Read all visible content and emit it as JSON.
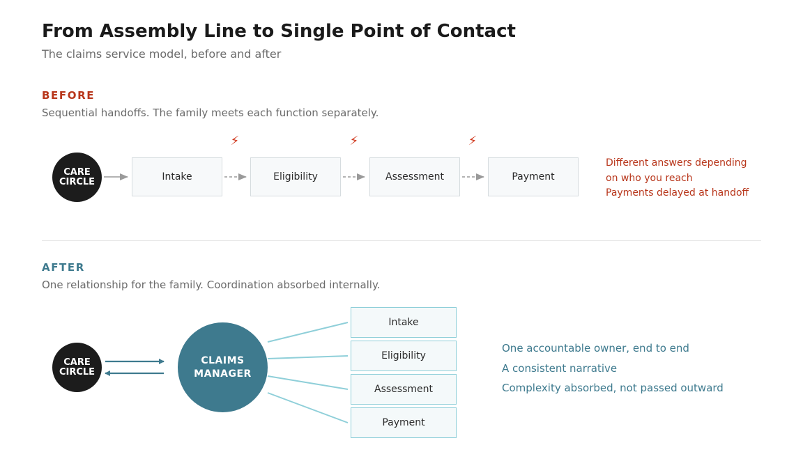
{
  "header": {
    "title": "From Assembly Line to Single Point of Contact",
    "subtitle": "The claims service model, before and after"
  },
  "colors": {
    "before_accent": "#b8361b",
    "after_accent": "#3e7a8e",
    "connector_after": "#8fcfd9",
    "care_circle": "#1c1c1c"
  },
  "before": {
    "label": "BEFORE",
    "description": "Sequential handoffs. The family meets each function separately.",
    "care_circle": {
      "line1": "CARE",
      "line2": "CIRCLE"
    },
    "steps": [
      "Intake",
      "Eligibility",
      "Assessment",
      "Payment"
    ],
    "handoff_icon": "lightning-bolt-icon",
    "handoff_glyph": "⚡",
    "notes": [
      "Different answers depending",
      "on who you reach",
      "Payments delayed at handoff"
    ]
  },
  "after": {
    "label": "AFTER",
    "description": "One relationship for the family. Coordination absorbed internally.",
    "care_circle": {
      "line1": "CARE",
      "line2": "CIRCLE"
    },
    "manager": {
      "line1": "CLAIMS",
      "line2": "MANAGER"
    },
    "functions": [
      "Intake",
      "Eligibility",
      "Assessment",
      "Payment"
    ],
    "notes": [
      "One accountable owner, end to end",
      "A consistent narrative",
      "Complexity absorbed, not passed outward"
    ]
  }
}
